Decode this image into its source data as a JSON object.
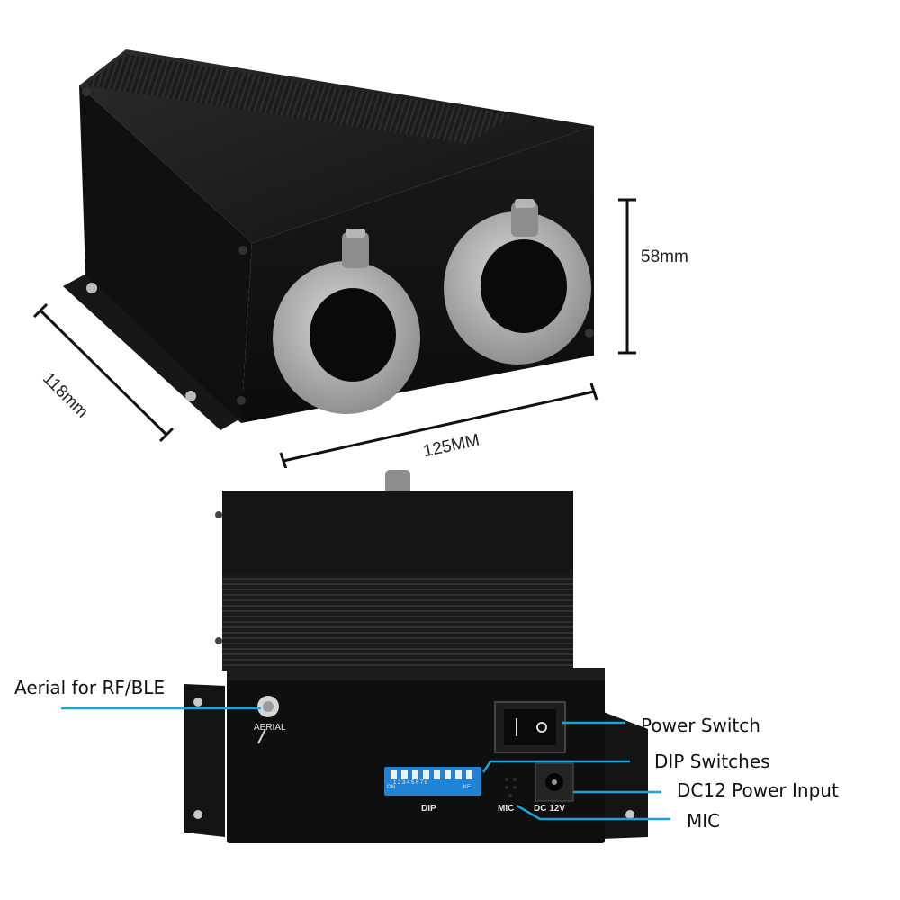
{
  "dimensions": {
    "depth": "118mm",
    "width": "125MM",
    "height": "58mm"
  },
  "panel_markings": {
    "aerial": "AERIAL",
    "dip": "DIP",
    "mic": "MIC",
    "dc": "DC 12V",
    "dip_numbers": "1 2 3 4 5 6 7 8",
    "dip_on": "ON",
    "dip_ke": "KE"
  },
  "callouts": {
    "aerial": "Aerial for RF/BLE",
    "power_switch": "Power Switch",
    "dip_switches": "DIP Switches",
    "dc_input": "DC12 Power Input",
    "mic": "MIC"
  },
  "colors": {
    "callout_line": "#1aa3d4",
    "housing": "#151515",
    "ring": "#a9abac",
    "dip_blue": "#1f84d6"
  }
}
